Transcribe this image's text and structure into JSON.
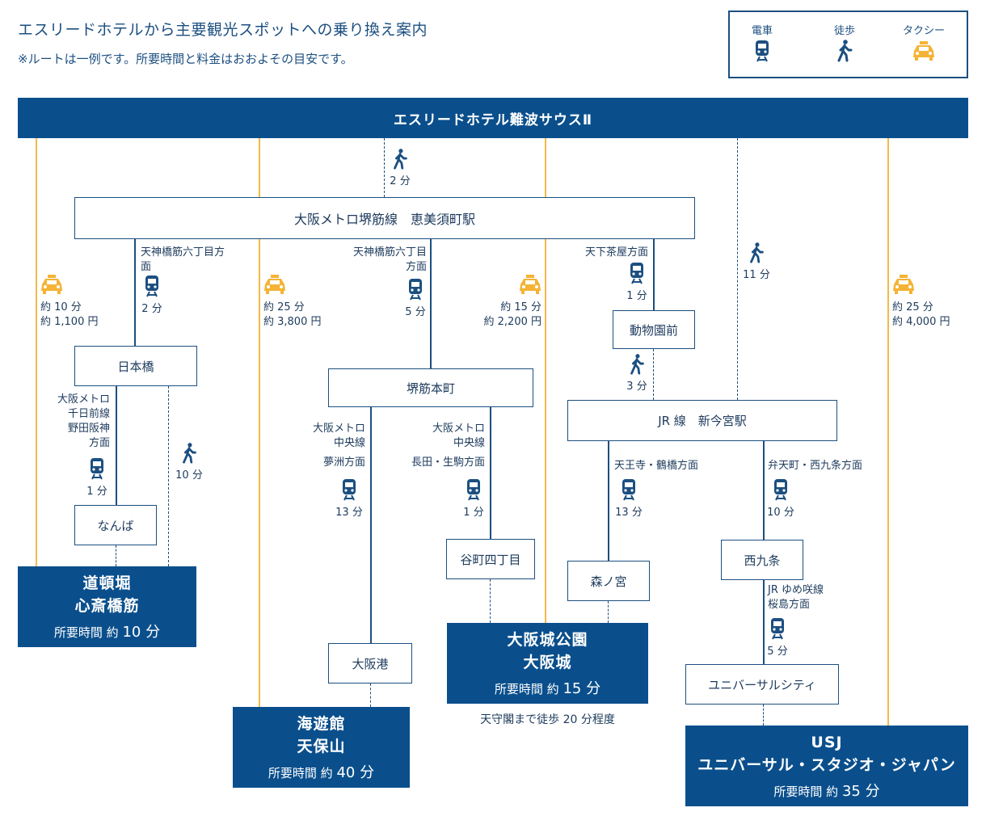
{
  "header": {
    "title": "エスリードホテルから主要観光スポットへの乗り換え案内",
    "subtitle": "※ルートは一例です。所要時間と料金はおおよその目安です。"
  },
  "legend": {
    "train": "電車",
    "walk": "徒歩",
    "taxi": "タクシー"
  },
  "colors": {
    "navy": "#0a4f8c",
    "line_yellow": "#f2b94a",
    "taxi": "#f5b335"
  },
  "hotel": "エスリードホテル難波サウスⅡ",
  "walk_to_ebisucho": "2 分",
  "ebisucho": "大阪メトロ堺筋線　恵美須町駅",
  "route_dotonbori": {
    "taxi_time": "約 10 分",
    "taxi_fare": "約 1,100 円",
    "dir1": "天神橋筋六丁目方面",
    "time1": "2 分",
    "station1": "日本橋",
    "dir2": "大阪メトロ千日前線野田阪神方面",
    "dir2_lines": [
      "大阪メトロ",
      "千日前線",
      "野田阪神",
      "方面"
    ],
    "time2": "1 分",
    "walk_time": "10 分",
    "station2": "なんば",
    "dest_name_1": "道頓堀",
    "dest_name_2": "心斎橋筋",
    "dest_time_label": "所要時間 約",
    "dest_time": "10 分"
  },
  "route_kaiyukan": {
    "taxi_time": "約 25 分",
    "taxi_fare": "約 3,800 円",
    "dir1_lines": [
      "天神橋筋六丁目",
      "方面"
    ],
    "time1": "5 分",
    "station1": "堺筋本町",
    "dir2_lines": [
      "大阪メトロ",
      "中央線"
    ],
    "dir2b": "夢洲方面",
    "time2": "13 分",
    "station2": "大阪港",
    "dest_name_1": "海遊館",
    "dest_name_2": "天保山",
    "dest_time_label": "所要時間 約",
    "dest_time": "40 分"
  },
  "route_castle": {
    "taxi_time": "約 15 分",
    "taxi_fare": "約 2,200 円",
    "dir_lines": [
      "大阪メトロ",
      "中央線"
    ],
    "dir_b": "長田・生駒方面",
    "time": "1 分",
    "station": "谷町四丁目",
    "dest_name_1": "大阪城公園",
    "dest_name_2": "大阪城",
    "dest_time_label": "所要時間 約",
    "dest_time": "15 分",
    "note": "天守閣まで徒歩 20 分程度"
  },
  "route_shinimamiya": {
    "dir1": "天下茶屋方面",
    "time1": "1 分",
    "station1": "動物園前",
    "walk_time": "3 分",
    "walk_hotel_time": "11 分",
    "station2": "JR 線　新今宮駅"
  },
  "route_morinomiya": {
    "dir": "天王寺・鶴橋方面",
    "time": "13 分",
    "station": "森ノ宮"
  },
  "route_usj": {
    "taxi_time": "約 25 分",
    "taxi_fare": "約 4,000 円",
    "dir1": "弁天町・西九条方面",
    "time1": "10 分",
    "station1": "西九条",
    "dir2_lines": [
      "JR ゆめ咲線",
      "桜島方面"
    ],
    "time2": "5 分",
    "station2": "ユニバーサルシティ",
    "dest_name_1": "USJ",
    "dest_name_2": "ユニバーサル・スタジオ・ジャパン",
    "dest_time_label": "所要時間 約",
    "dest_time": "35 分"
  }
}
